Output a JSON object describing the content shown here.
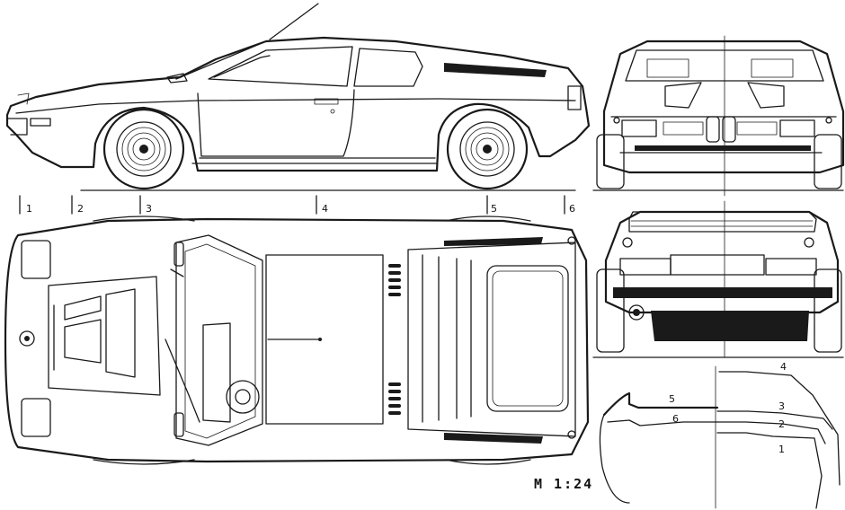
{
  "station_labels": [
    "1",
    "2",
    "3",
    "4",
    "5",
    "6"
  ],
  "section_labels": [
    "1",
    "2",
    "3",
    "4",
    "5",
    "6"
  ],
  "scale_label": "M 1:24"
}
